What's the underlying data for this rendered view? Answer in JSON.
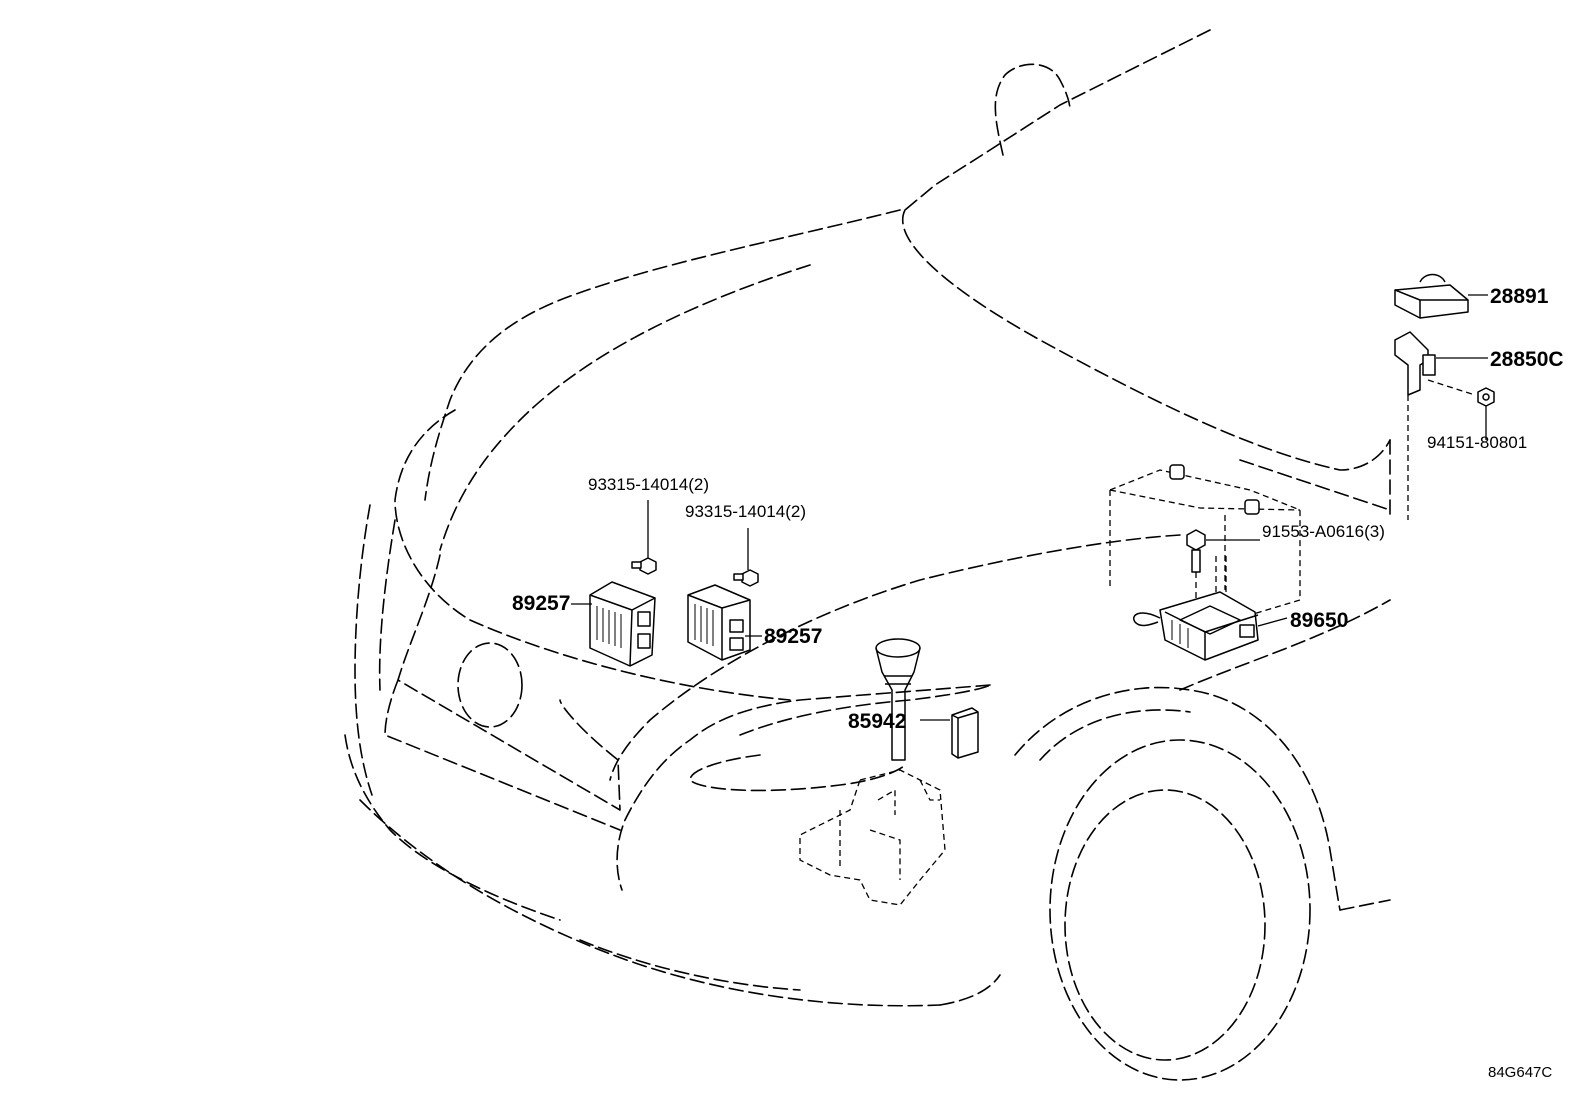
{
  "callouts": {
    "p28891": "28891",
    "p28850c": "28850C",
    "p94151": "94151-80801",
    "p91553": "91553-A0616(3)",
    "p89650": "89650",
    "p93315_left": "93315-14014(2)",
    "p93315_right": "93315-14014(2)",
    "p89257_left": "89257",
    "p89257_right": "89257",
    "p85942": "85942"
  },
  "reference_code": "84G647C"
}
